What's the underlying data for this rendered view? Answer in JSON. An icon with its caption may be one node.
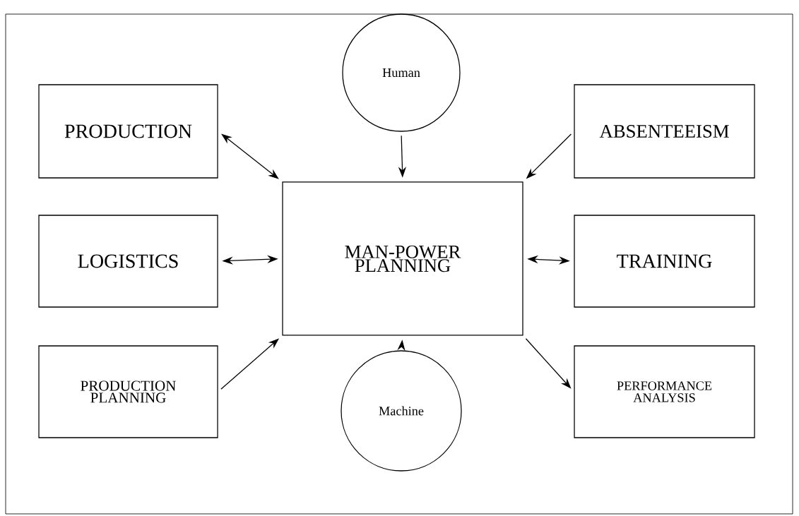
{
  "diagram": {
    "nodes": [
      {
        "text": [
          "Human"
        ]
      },
      {
        "text": [
          "PRODUCTION"
        ]
      },
      {
        "text": [
          "ABSENTEEISM"
        ]
      },
      {
        "text": [
          "LOGISTICS"
        ]
      },
      {
        "text": [
          "MAN-POWER PLANNING"
        ]
      },
      {
        "text": [
          "TRAINING"
        ]
      },
      {
        "text": [
          "PRODUCTION PLANNING"
        ]
      },
      {
        "text": [
          "PERFORMANCE ANALYSIS"
        ]
      },
      {
        "text": [
          "Machine"
        ]
      }
    ],
    "edges": [
      {
        "from": 1,
        "to": 4,
        "arrow": "both"
      },
      {
        "from": 3,
        "to": 4,
        "arrow": "both"
      },
      {
        "from": 6,
        "to": 4,
        "arrow": "to"
      },
      {
        "from": 0,
        "to": 4,
        "arrow": "to"
      },
      {
        "from": 2,
        "to": 4,
        "arrow": "to"
      },
      {
        "from": 5,
        "to": 4,
        "arrow": "both"
      },
      {
        "from": 4,
        "to": 7,
        "arrow": "to"
      },
      {
        "from": 8,
        "to": 4,
        "arrow": "to"
      }
    ]
  }
}
